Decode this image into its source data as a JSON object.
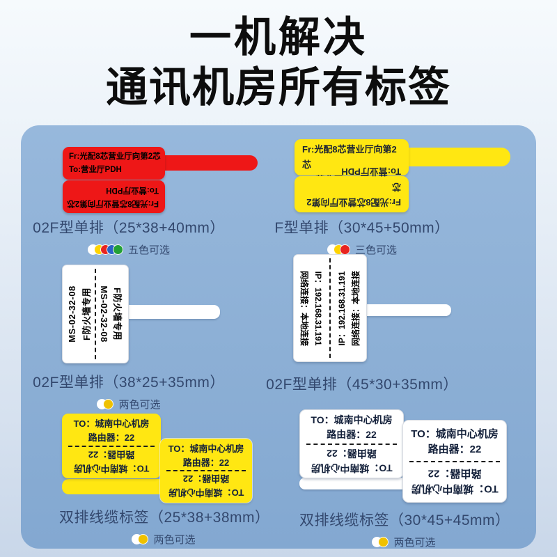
{
  "title": {
    "line1": "一机解决",
    "line2": "通讯机房所有标签"
  },
  "labels": {
    "fiber": {
      "line1": "Fr:光配8芯营业厅向第2芯",
      "line2": "To:营业厅PDH"
    },
    "firewall": {
      "line1": "MS-02-32-08",
      "line2": "F防火墙专用"
    },
    "network": {
      "line1": "IP：192.168.31.191",
      "line2": "网络连接：本地连接"
    },
    "router": {
      "line1": "TO：城南中心机房",
      "line2": "路由器：22"
    }
  },
  "captions": {
    "c1": {
      "text": "02F型单排（25*38+40mm）",
      "note": "五色可选",
      "dots": [
        "#ffffff",
        "#ffd400",
        "#e8241f",
        "#2a62c6",
        "#23a036"
      ]
    },
    "c2": {
      "text": "F型单排（30*45+50mm）",
      "note": "三色可选",
      "dots": [
        "#ffffff",
        "#ffd400",
        "#e8241f"
      ]
    },
    "c3": {
      "text": "02F型单排（38*25+35mm）",
      "note": "两色可选",
      "dots": [
        "#ffffff",
        "#efc100"
      ]
    },
    "c4": {
      "text": "02F型单排（45*30+35mm）"
    },
    "c5": {
      "text": "双排线缆标签（25*38+38mm）",
      "note": "两色可选",
      "dots": [
        "#ffffff",
        "#efc100"
      ]
    },
    "c6": {
      "text": "双排线缆标签（30*45+45mm）",
      "note": "两色可选",
      "dots": [
        "#ffffff",
        "#efc100"
      ]
    }
  },
  "colors": {
    "label_red": "#ee1717",
    "label_yellow": "#ffe712",
    "label_white": "#ffffff",
    "panel_blue": "#8cafd5",
    "caption_text": "#33486e"
  }
}
